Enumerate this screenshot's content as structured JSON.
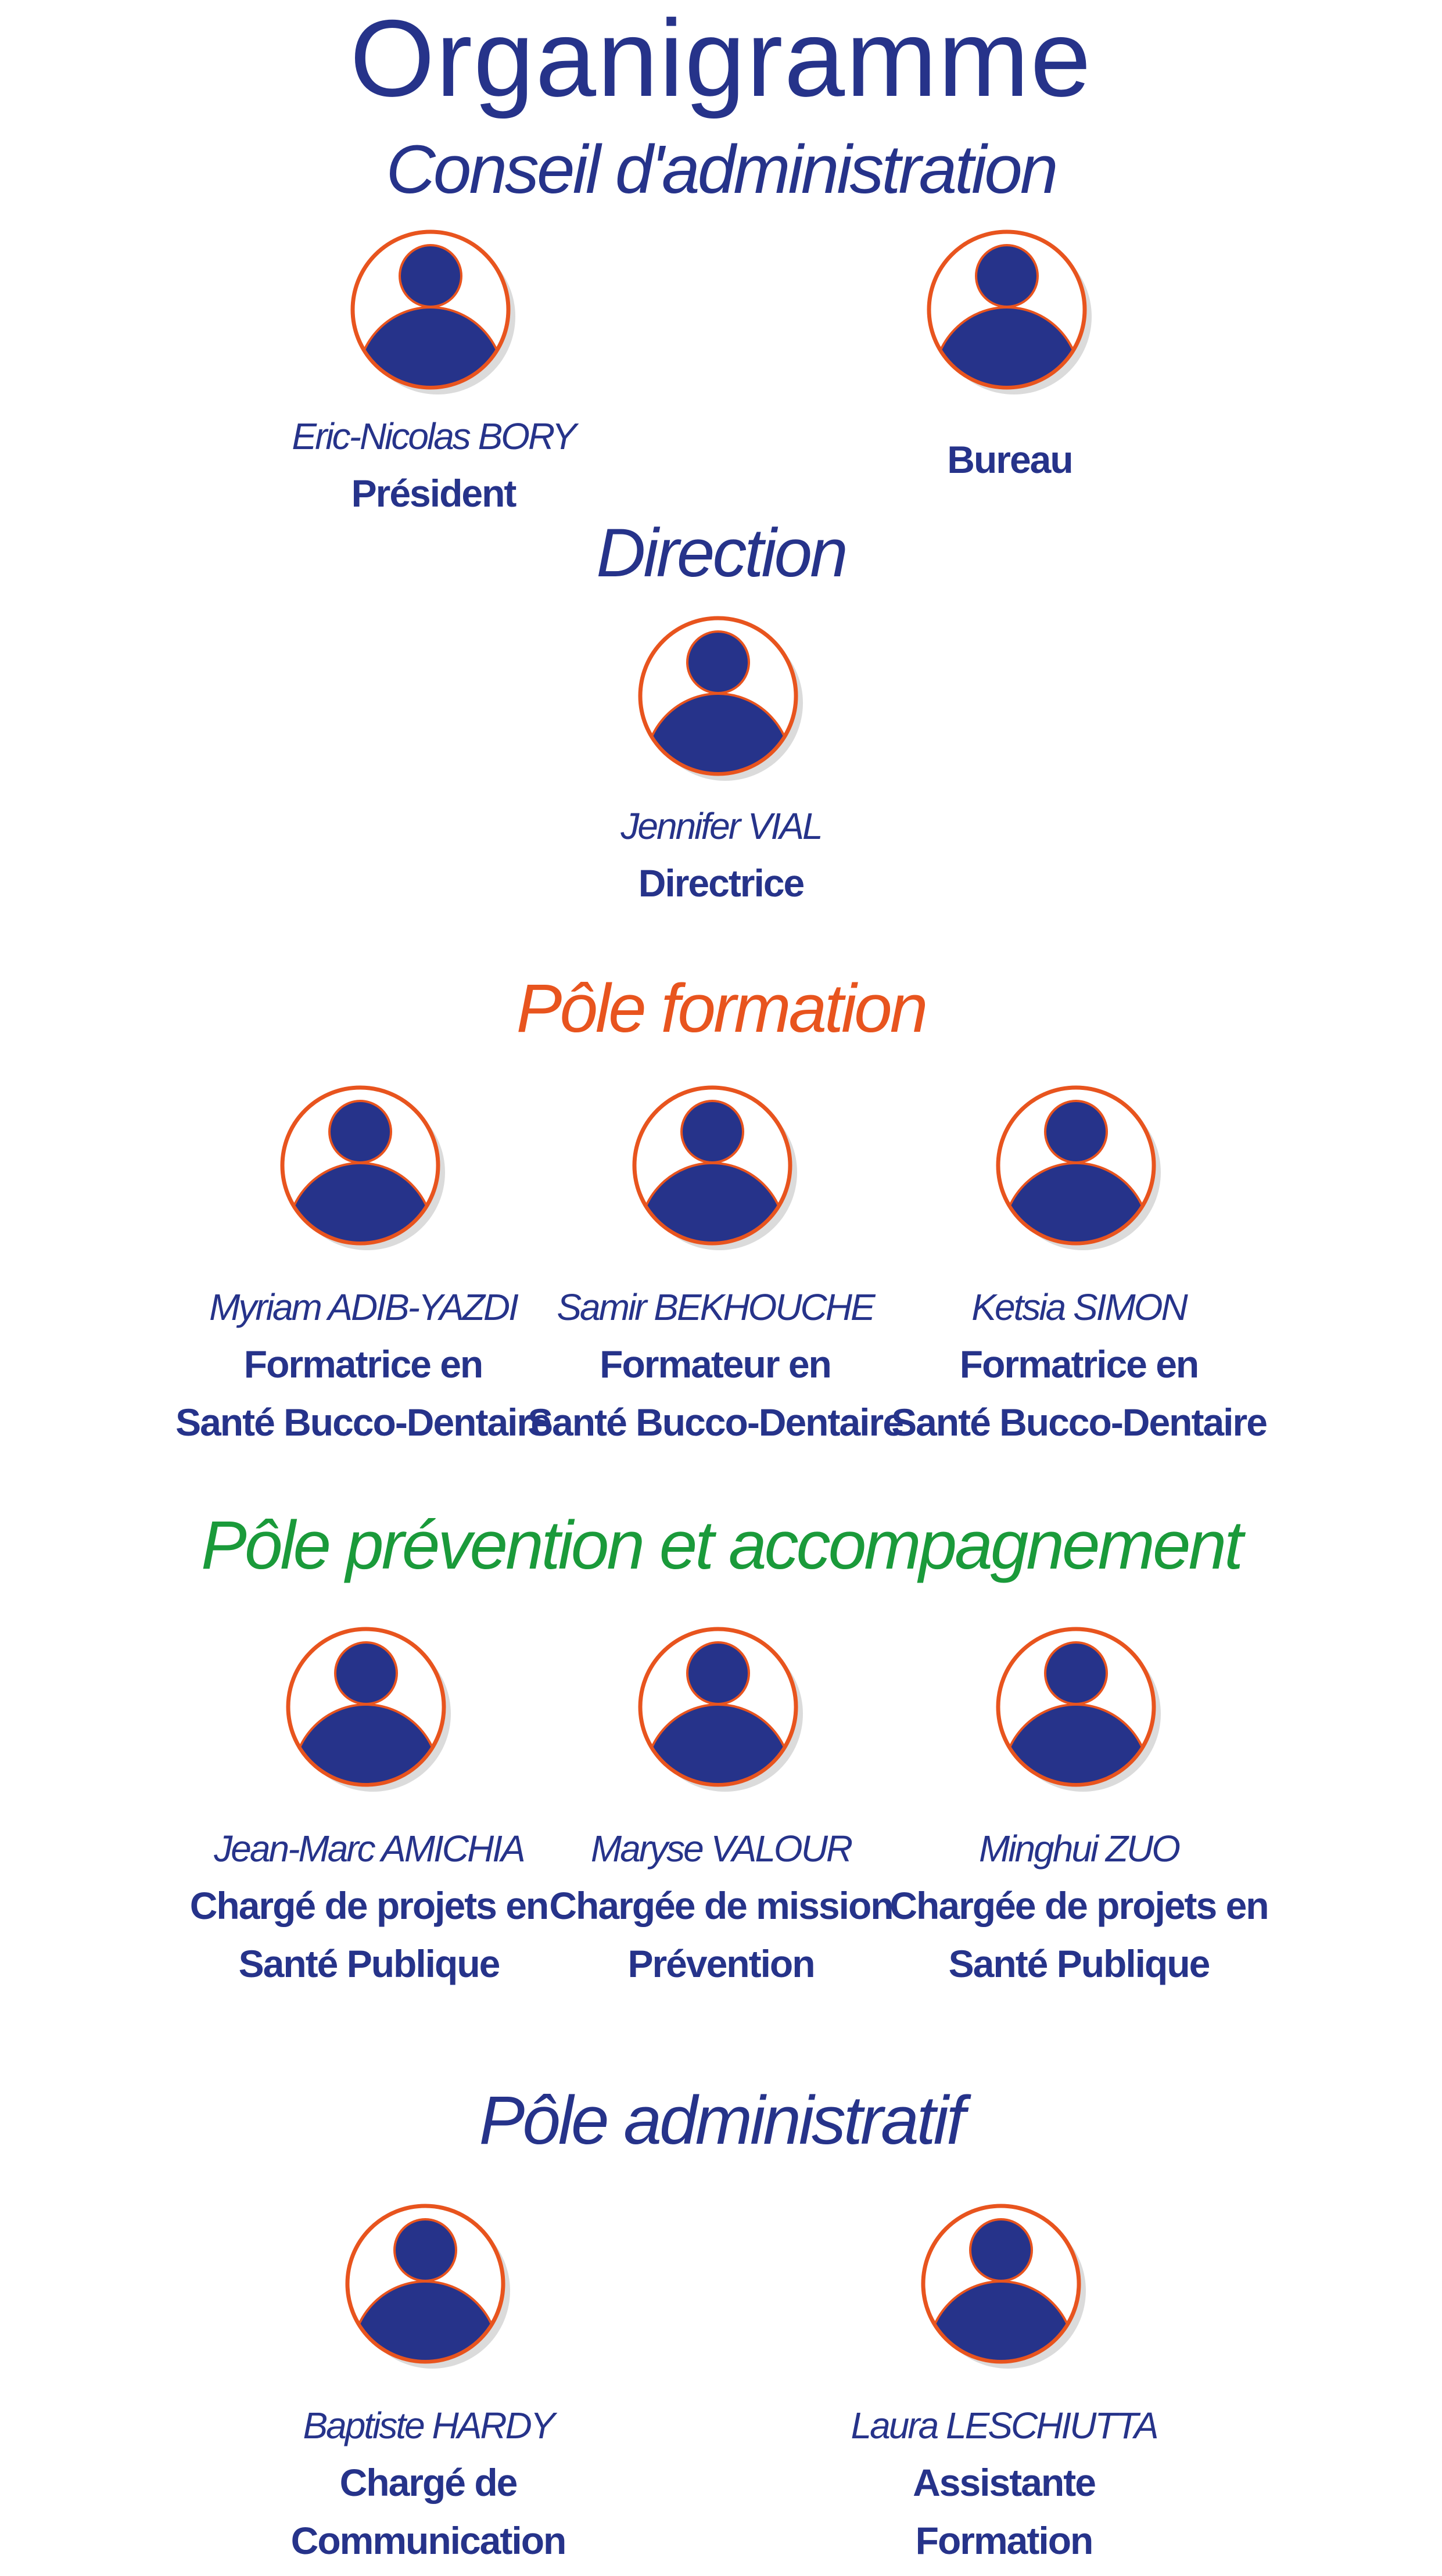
{
  "title": "Organigramme",
  "colors": {
    "navy": "#26338a",
    "orange": "#e8541e",
    "green": "#1a9a3a",
    "shadow": "#bdbdbd"
  },
  "avatar_icon": "user-avatar-icon",
  "sections": [
    {
      "label": "Conseil d'administration",
      "color": "#26338a",
      "members": [
        {
          "name": "Eric-Nicolas BORY",
          "role": [
            "Président"
          ]
        },
        {
          "name": "",
          "role": [
            "Bureau"
          ]
        }
      ]
    },
    {
      "label": "Direction",
      "color": "#26338a",
      "members": [
        {
          "name": "Jennifer VIAL",
          "role": [
            "Directrice"
          ]
        }
      ]
    },
    {
      "label": "Pôle formation",
      "color": "#e8541e",
      "members": [
        {
          "name": "Myriam ADIB-YAZDI",
          "role": [
            "Formatrice en",
            "Santé Bucco-Dentaire"
          ]
        },
        {
          "name": "Samir BEKHOUCHE",
          "role": [
            "Formateur en",
            "Santé Bucco-Dentaire"
          ]
        },
        {
          "name": "Ketsia SIMON",
          "role": [
            "Formatrice en",
            "Santé Bucco-Dentaire"
          ]
        }
      ]
    },
    {
      "label": "Pôle prévention et accompagnement",
      "color": "#1a9a3a",
      "members": [
        {
          "name": "Jean-Marc AMICHIA",
          "role": [
            "Chargé de projets en",
            "Santé Publique"
          ]
        },
        {
          "name": "Maryse VALOUR",
          "role": [
            "Chargée de mission",
            "Prévention"
          ]
        },
        {
          "name": "Minghui ZUO",
          "role": [
            "Chargée de projets en",
            "Santé Publique"
          ]
        }
      ]
    },
    {
      "label": "Pôle administratif",
      "color": "#26338a",
      "members": [
        {
          "name": "Baptiste HARDY",
          "role": [
            "Chargé de",
            "Communication"
          ]
        },
        {
          "name": "Laura LESCHIUTTA",
          "role": [
            "Assistante",
            "Formation"
          ]
        }
      ]
    }
  ]
}
